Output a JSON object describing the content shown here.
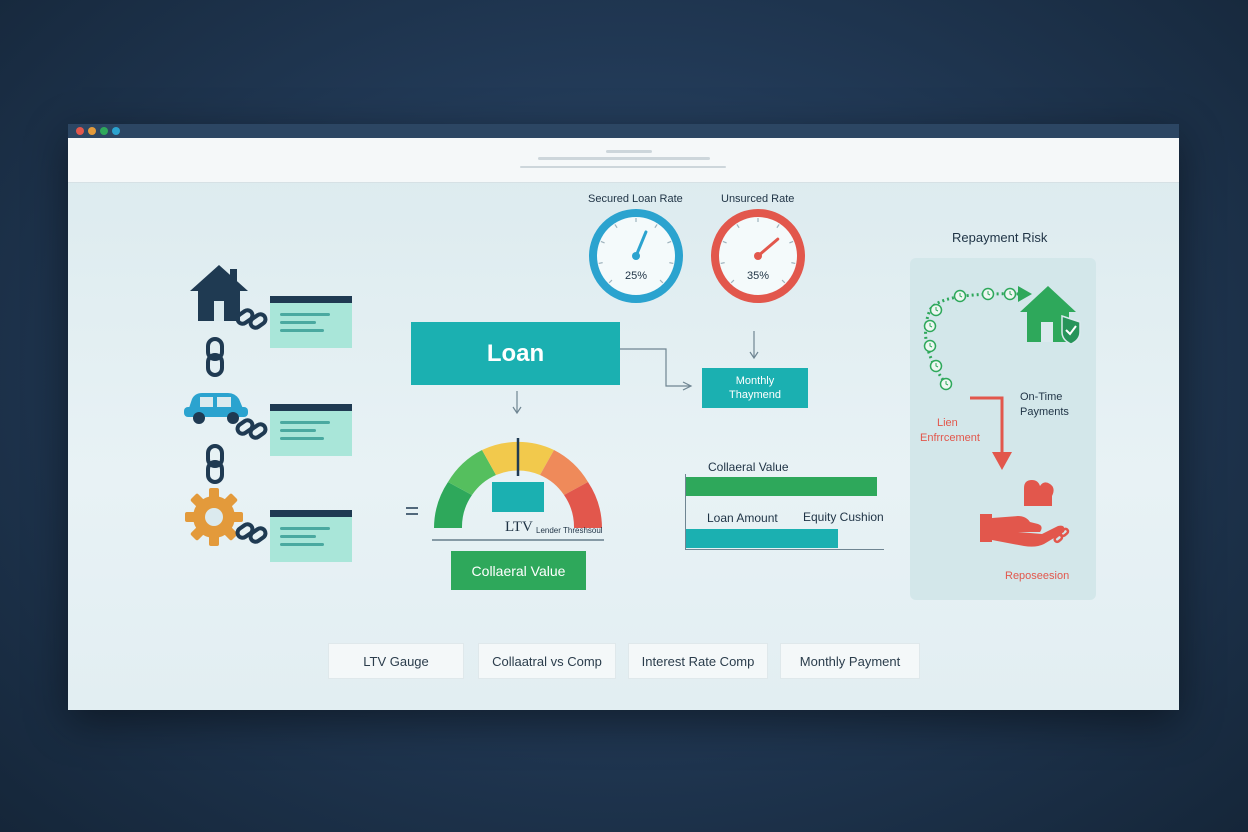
{
  "gauges": {
    "secured": {
      "label": "Secured Loan Rate",
      "value_text": "25%",
      "value": 25,
      "color": "#2ba3cf"
    },
    "unsecured": {
      "label": "Unsurced Rate",
      "value_text": "35%",
      "value": 35,
      "color": "#e2574c"
    }
  },
  "loan": {
    "label": "Loan"
  },
  "monthly": {
    "line1": "Monthly",
    "line2": "Thaymend"
  },
  "ltv": {
    "label": "LTV",
    "threshold_label": "Lender Threshsoul"
  },
  "collateral_button": {
    "label": "Collaeral Value"
  },
  "comparison": {
    "collateral_label": "Collaeral Value",
    "loan_label": "Loan Amount",
    "equity_label": "Equity Cushion",
    "collateral_color": "#2ea85b",
    "loan_color": "#1bb0b1"
  },
  "risk": {
    "title": "Repayment Risk",
    "on_time_line1": "On-Time",
    "on_time_line2": "Payments",
    "lien_line1": "Lien",
    "lien_line2": "Enfrrcement",
    "repossession": "Reposeesion"
  },
  "tabs": [
    {
      "label": "LTV Gauge"
    },
    {
      "label": "Collaatral vs Comp"
    },
    {
      "label": "Interest Rate Comp"
    },
    {
      "label": "Monthly Payment"
    }
  ],
  "colors": {
    "accent": "#1bb0b1",
    "green": "#2ea85b",
    "red": "#e2574c",
    "navy": "#1f3a52",
    "orange": "#e39a3b"
  }
}
